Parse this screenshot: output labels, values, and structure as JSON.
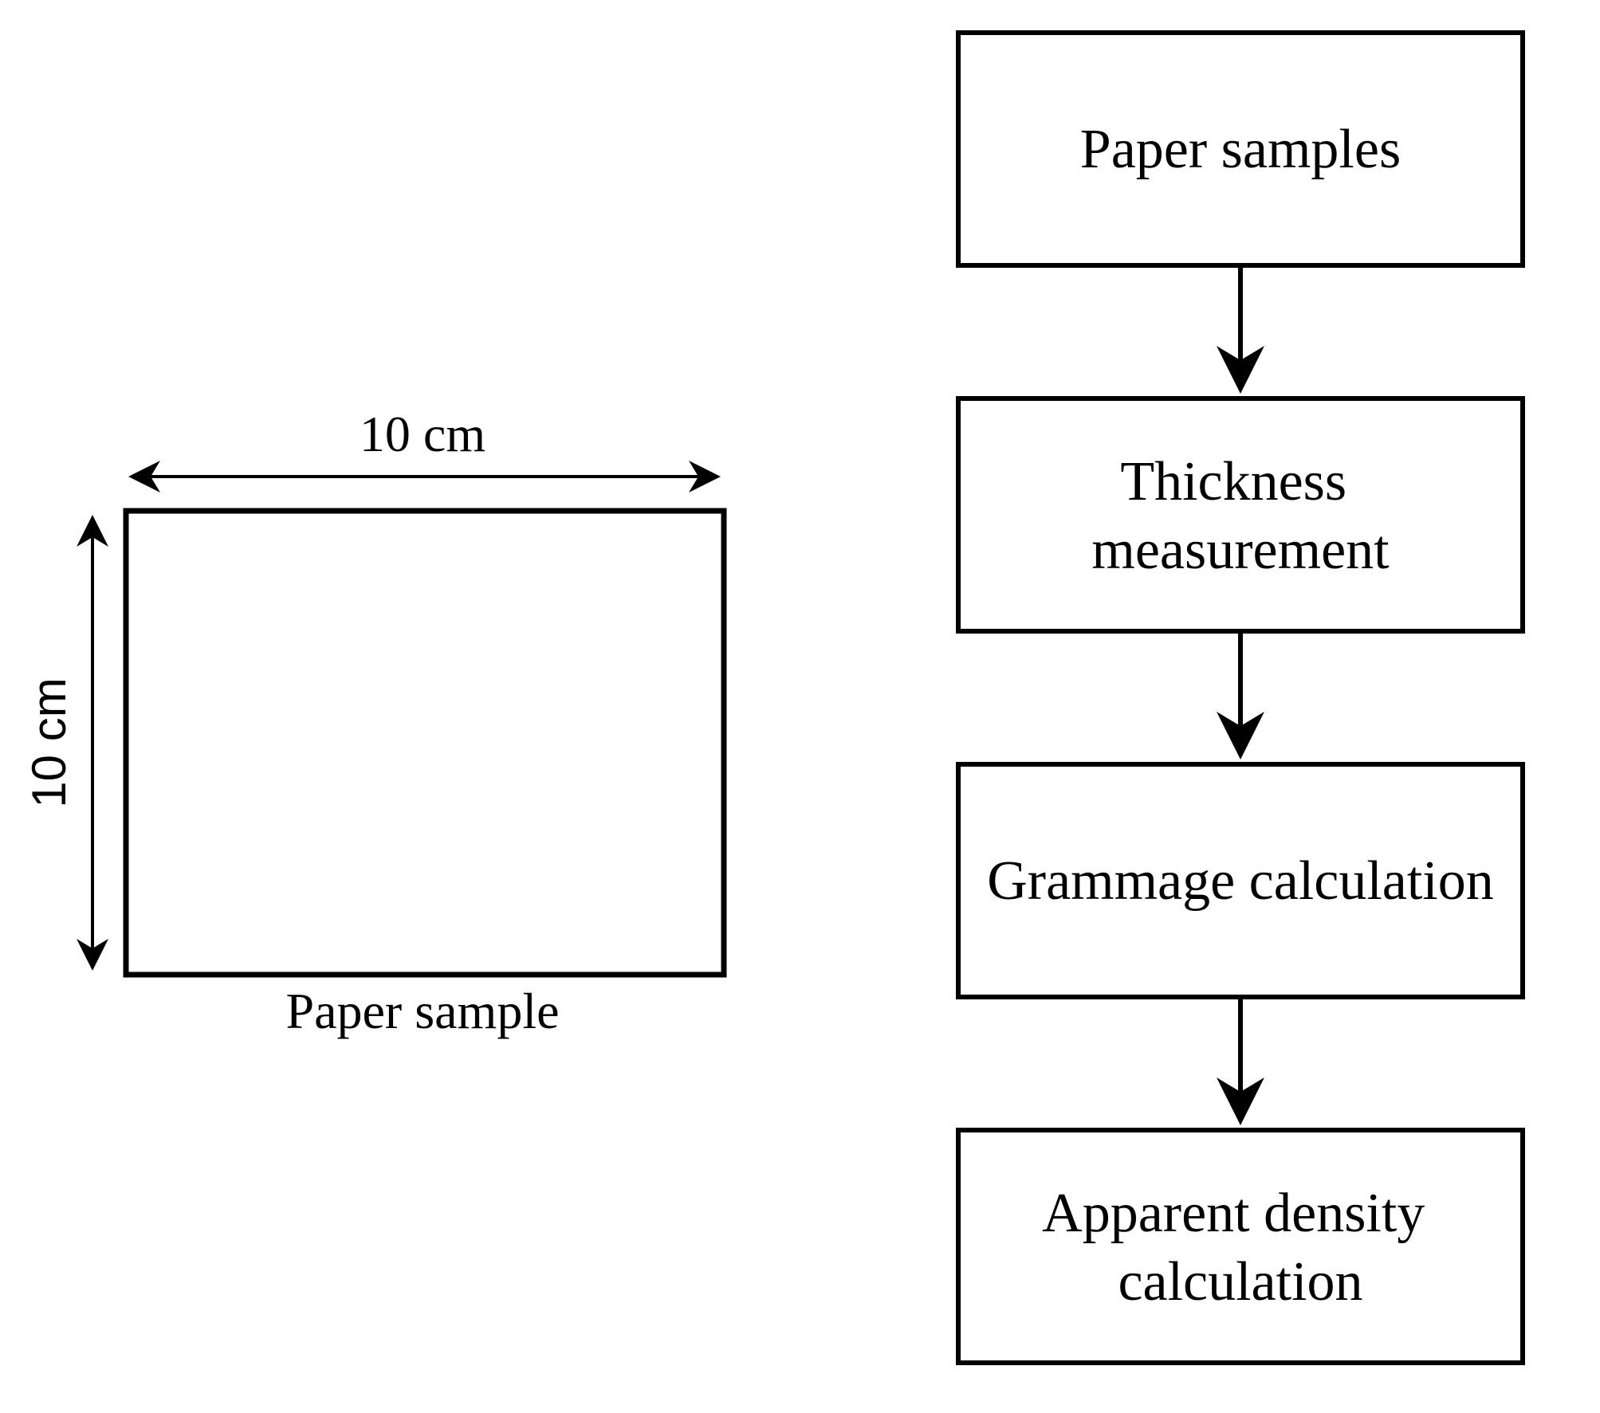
{
  "sample": {
    "width_label": "10 cm",
    "height_label": "10 cm",
    "caption": "Paper sample"
  },
  "flow": {
    "steps": [
      {
        "lines": [
          "Paper samples"
        ]
      },
      {
        "lines": [
          "Thickness",
          "measurement"
        ]
      },
      {
        "lines": [
          "Grammage calculation"
        ]
      },
      {
        "lines": [
          "Apparent density",
          "calculation"
        ]
      }
    ]
  },
  "colors": {
    "stroke": "#000000",
    "background": "#ffffff"
  }
}
